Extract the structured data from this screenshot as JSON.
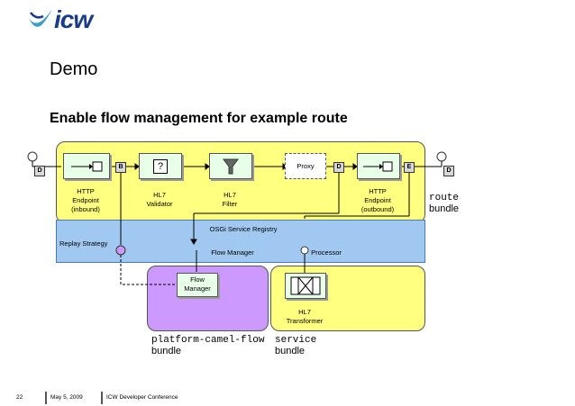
{
  "header": {
    "title": "Demo",
    "subtitle": "Enable flow management for example route"
  },
  "logo": {
    "text": "icw"
  },
  "diagram": {
    "http_in": {
      "line1": "HTTP",
      "line2": "Endpoint",
      "line3": "(inbound)"
    },
    "hl7_validator": {
      "line1": "HL7",
      "line2": "Validator",
      "glyph": "?"
    },
    "hl7_filter": {
      "line1": "HL7",
      "line2": "Filter"
    },
    "proxy": {
      "label": "Proxy"
    },
    "http_out": {
      "line1": "HTTP",
      "line2": "Endpoint",
      "line3": "(outbound)"
    },
    "ports": {
      "b": "B",
      "d": "D",
      "e": "E",
      "d_left": "D",
      "d_right": "D"
    },
    "registry": {
      "label": "OSGi Service Registry"
    },
    "replay_strategy": "Replay Strategy",
    "flow_manager_label": "Flow Manager",
    "processor_label": "Processor",
    "flow_manager_box": {
      "line1": "Flow",
      "line2": "Manager"
    },
    "hl7_transformer": {
      "line1": "HL7",
      "line2": "Transformer"
    },
    "route_bundle": {
      "name": "route",
      "kind": "bundle"
    },
    "platform_bundle": {
      "name": "platform-camel-flow",
      "kind": "bundle"
    },
    "service_bundle": {
      "name": "service",
      "kind": "bundle"
    }
  },
  "footer": {
    "page": "22",
    "date": "May 5, 2009",
    "event": "ICW Developer Conference"
  },
  "colors": {
    "route_bundle": "#ffff80",
    "platform_bundle": "#cc99ff",
    "registry": "#a0c8f0",
    "component": "#e8ffe8"
  }
}
